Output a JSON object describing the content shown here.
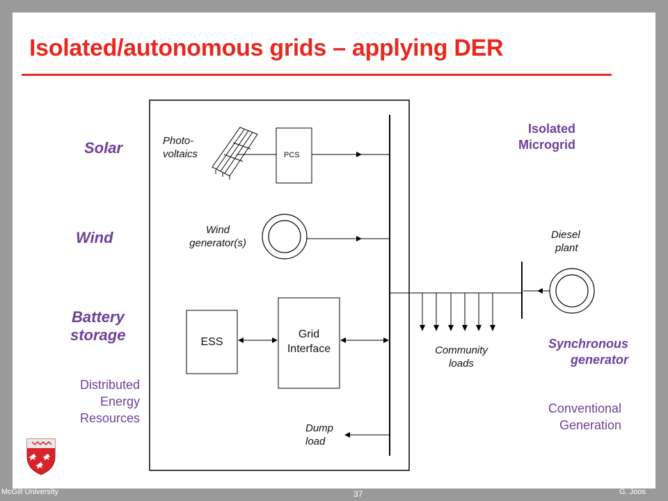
{
  "title": "Isolated/autonomous grids – applying DER",
  "left_labels": {
    "solar": "Solar",
    "wind": "Wind",
    "battery_line1": "Battery",
    "battery_line2": "storage",
    "der_line1": "Distributed",
    "der_line2": "Energy",
    "der_line3": "Resources"
  },
  "right_labels": {
    "isolated_line1": "Isolated",
    "isolated_line2": "Microgrid",
    "sync_line1": "Synchronous",
    "sync_line2": "generator",
    "conv_line1": "Conventional",
    "conv_line2": "Generation"
  },
  "diagram": {
    "pv_line1": "Photo-",
    "pv_line2": "voltaics",
    "pcs": "PCS",
    "wind_line1": "Wind",
    "wind_line2": "generator(s)",
    "ess": "ESS",
    "grid_line1": "Grid",
    "grid_line2": "Interface",
    "dump_line1": "Dump",
    "dump_line2": "load",
    "community_line1": "Community",
    "community_line2": "loads",
    "diesel_line1": "Diesel",
    "diesel_line2": "plant"
  },
  "footer": {
    "left": "McGill University",
    "page": "37",
    "right": "G. Joos"
  },
  "colors": {
    "title_red": "#e8281e",
    "label_purple": "#6d3f9c",
    "background_gray": "#9a9a9a"
  }
}
